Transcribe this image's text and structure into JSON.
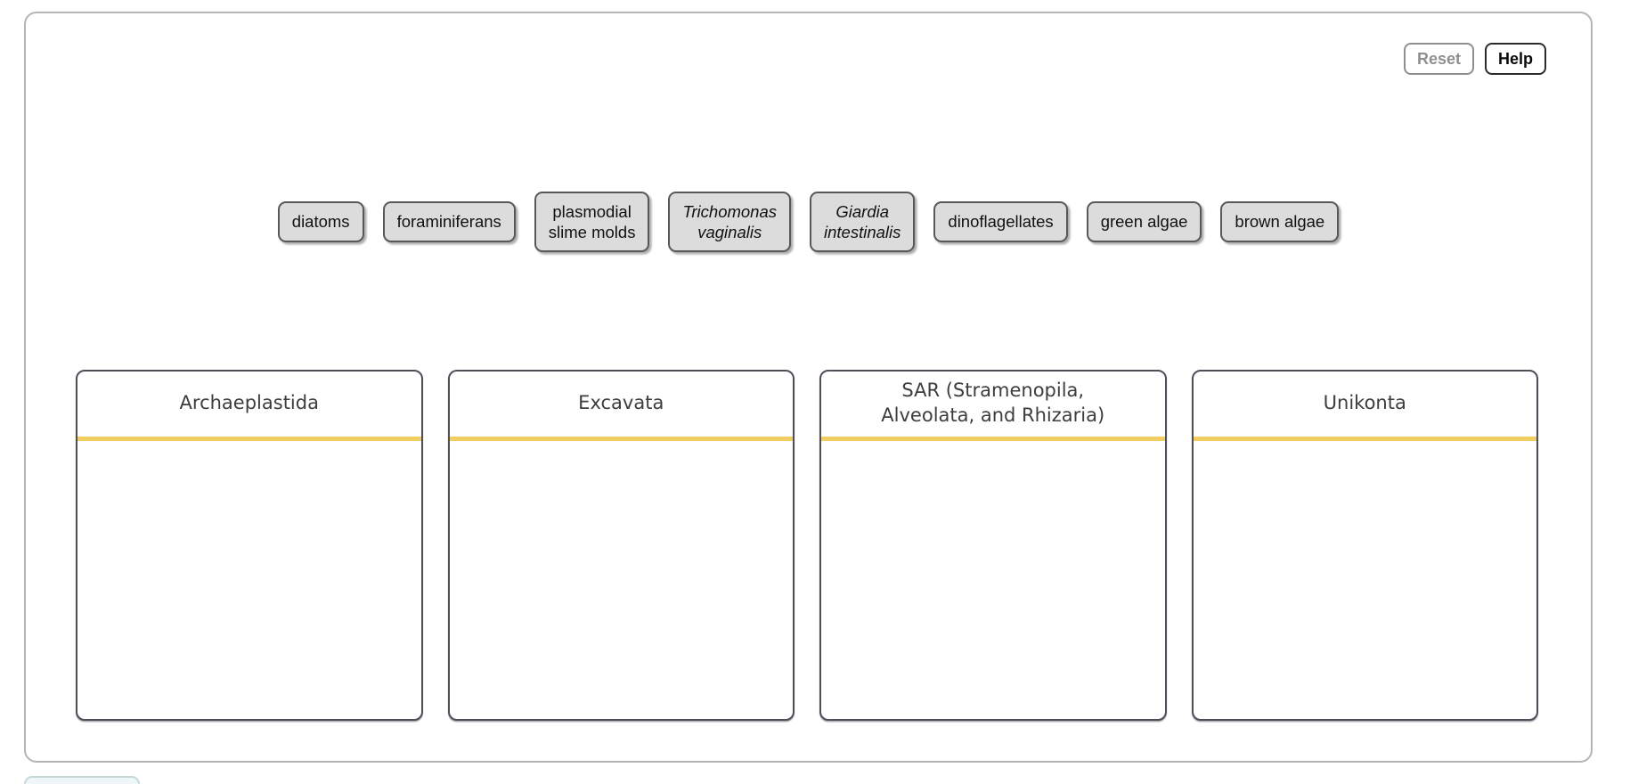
{
  "toolbar": {
    "reset_label": "Reset",
    "help_label": "Help"
  },
  "tray": {
    "chips": [
      {
        "label": "diatoms",
        "italic": false
      },
      {
        "label": "foraminiferans",
        "italic": false
      },
      {
        "label": "plasmodial\nslime molds",
        "italic": false
      },
      {
        "label": "Trichomonas\nvaginalis",
        "italic": true
      },
      {
        "label": "Giardia\nintestinalis",
        "italic": true
      },
      {
        "label": "dinoflagellates",
        "italic": false
      },
      {
        "label": "green algae",
        "italic": false
      },
      {
        "label": "brown algae",
        "italic": false
      }
    ]
  },
  "bins": [
    {
      "title": "Archaeplastida",
      "items": []
    },
    {
      "title": "Excavata",
      "items": []
    },
    {
      "title": "SAR (Stramenopila,\nAlveolata, and Rhizaria)",
      "items": []
    },
    {
      "title": "Unikonta",
      "items": []
    }
  ],
  "colors": {
    "bin_underline": "#f2cd62",
    "chip_background": "#dcdcdc",
    "bin_border": "#4f4f5a",
    "card_border": "#b5b5b5",
    "reset_text": "#8f8f8f",
    "help_text": "#0a0a0a"
  }
}
